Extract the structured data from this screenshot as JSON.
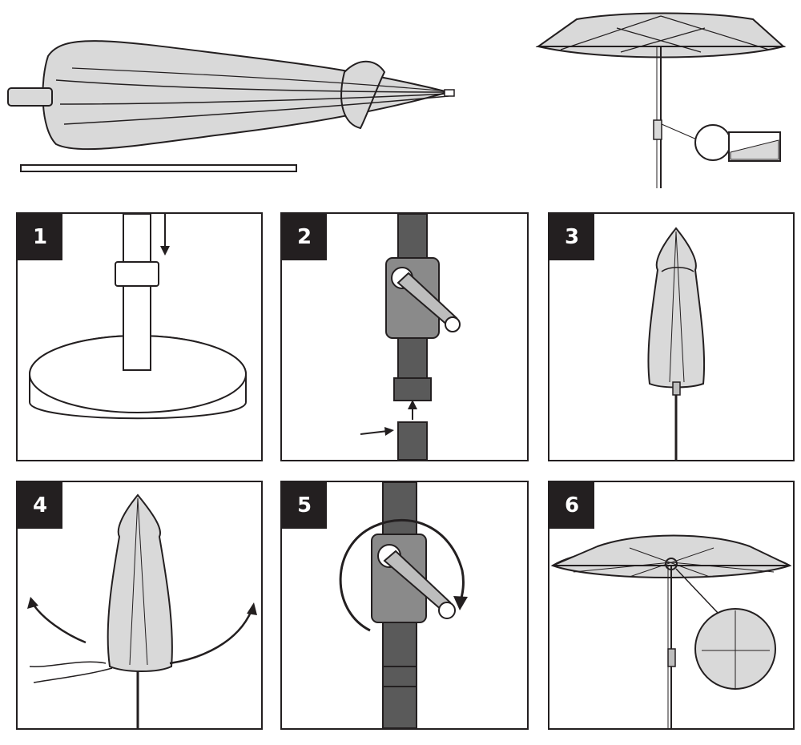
{
  "steps": [
    {
      "number": "1"
    },
    {
      "number": "2"
    },
    {
      "number": "3"
    },
    {
      "number": "4"
    },
    {
      "number": "5"
    },
    {
      "number": "6"
    }
  ],
  "colors": {
    "line": "#231f20",
    "canopy": "#d9d9d9",
    "pole": "#5a5a5a",
    "badge": "#231f20",
    "badge_text": "#ffffff"
  }
}
